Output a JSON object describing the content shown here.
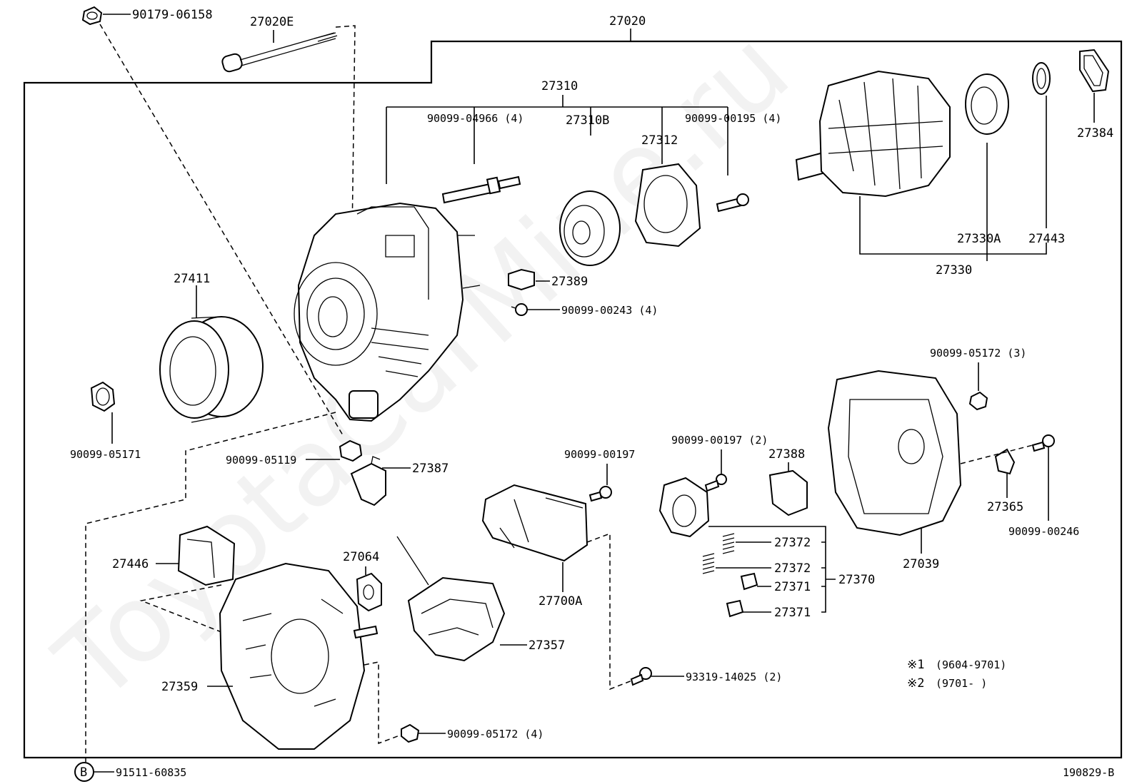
{
  "watermark": "ToyotaCarMine.ru",
  "doc_code": "190829-B",
  "ref_circle": "B",
  "notes": [
    {
      "mark": "※1",
      "text": "(9604-9701)"
    },
    {
      "mark": "※2",
      "text": "(9701-       )"
    }
  ],
  "labels": {
    "p27020": "27020",
    "p27020E": "27020E",
    "p9017906158": "90179-06158",
    "p27310": "27310",
    "p9009904966": "90099-04966 (4)",
    "p27310B": "27310B",
    "p27312": "27312",
    "p9009900195": "90099-00195 (4)",
    "p27384": "27384",
    "p27330A": "27330A",
    "p27443": "27443",
    "p27330": "27330",
    "p27411": "27411",
    "p27389": "27389",
    "p9009900243": "90099-00243 (4)",
    "p9009905171": "90099-05171",
    "p9009905119": "90099-05119",
    "p27387": "27387",
    "p9009900197": "90099-00197",
    "p9009900197b": "90099-00197 (2)",
    "p27388": "27388",
    "p9009905172a": "90099-05172 (3)",
    "p27365": "27365",
    "p9009900246": "90099-00246",
    "p27039": "27039",
    "p27372a": "27372",
    "p27372b": "27372",
    "p27370": "27370",
    "p27371a": "27371",
    "p27371b": "27371",
    "p27446": "27446",
    "p27064": "27064",
    "p27700A": "27700A",
    "p27357": "27357",
    "p27359": "27359",
    "p9331914025": "93319-14025 (2)",
    "p9009905172b": "90099-05172 (4)",
    "p9151160835": "91511-60835"
  }
}
